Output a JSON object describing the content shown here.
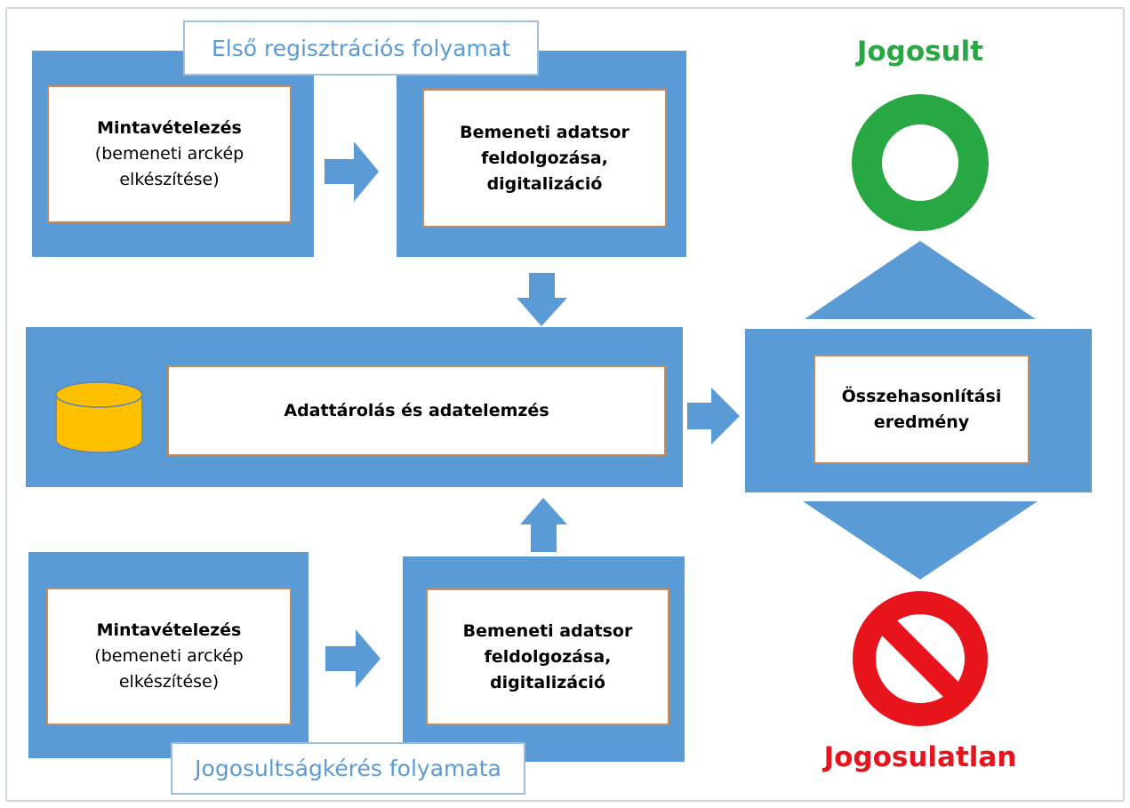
{
  "labels": {
    "first_registration": "Első regisztrációs folyamat",
    "authorization_request": "Jogosultságkérés folyamata"
  },
  "top_row": {
    "sampling": {
      "title": "Mintavételezés",
      "line2": "(bemeneti arckép",
      "line3": "elkészítése)"
    },
    "processing": {
      "line1": "Bemeneti adatsor",
      "line2": "feldolgozása,",
      "line3": "digitalizáció"
    }
  },
  "storage": {
    "label": "Adattárolás és adatelemzés",
    "icon": "database-icon"
  },
  "bottom_row": {
    "sampling": {
      "title": "Mintavételezés",
      "line2": "(bemeneti arckép",
      "line3": "elkészítése)"
    },
    "processing": {
      "line1": "Bemeneti adatsor",
      "line2": "feldolgozása,",
      "line3": "digitalizáció"
    }
  },
  "comparison": {
    "line1": "Összehasonlítási",
    "line2": "eredmény"
  },
  "results": {
    "authorized": "Jogosult",
    "unauthorized": "Jogosulatlan"
  },
  "colors": {
    "block_blue": "#5b9bd5",
    "authorized_green": "#27a843",
    "unauthorized_red": "#e8141c",
    "database_yellow": "#ffc000"
  }
}
